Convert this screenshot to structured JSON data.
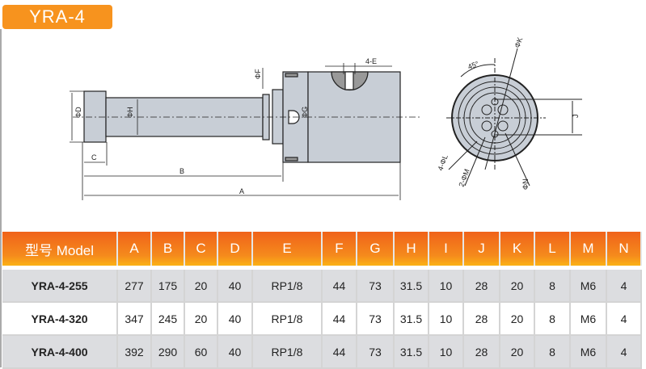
{
  "title": "YRA-4",
  "drawing_labels": {
    "A": "A",
    "B": "B",
    "C": "C",
    "D": "ΦD",
    "E": "4-E",
    "F": "ΦF",
    "G": "ΦG",
    "H": "ΦH",
    "J": "J",
    "K": "ΦK",
    "L": "4-ΦL",
    "M": "2-ΦM",
    "N": "ΦN",
    "angle": "45°"
  },
  "table": {
    "headers": [
      "型号 Model",
      "A",
      "B",
      "C",
      "D",
      "E",
      "F",
      "G",
      "H",
      "I",
      "J",
      "K",
      "L",
      "M",
      "N"
    ],
    "rows": [
      [
        "YRA-4-255",
        "277",
        "175",
        "20",
        "40",
        "RP1/8",
        "44",
        "73",
        "31.5",
        "10",
        "28",
        "20",
        "8",
        "M6",
        "4"
      ],
      [
        "YRA-4-320",
        "347",
        "245",
        "20",
        "40",
        "RP1/8",
        "44",
        "73",
        "31.5",
        "10",
        "28",
        "20",
        "8",
        "M6",
        "4"
      ],
      [
        "YRA-4-400",
        "392",
        "290",
        "60",
        "40",
        "RP1/8",
        "44",
        "73",
        "31.5",
        "10",
        "28",
        "20",
        "8",
        "M6",
        "4"
      ]
    ]
  },
  "colors": {
    "accent": "#f7931e",
    "part_fill": "#c8ced6"
  }
}
